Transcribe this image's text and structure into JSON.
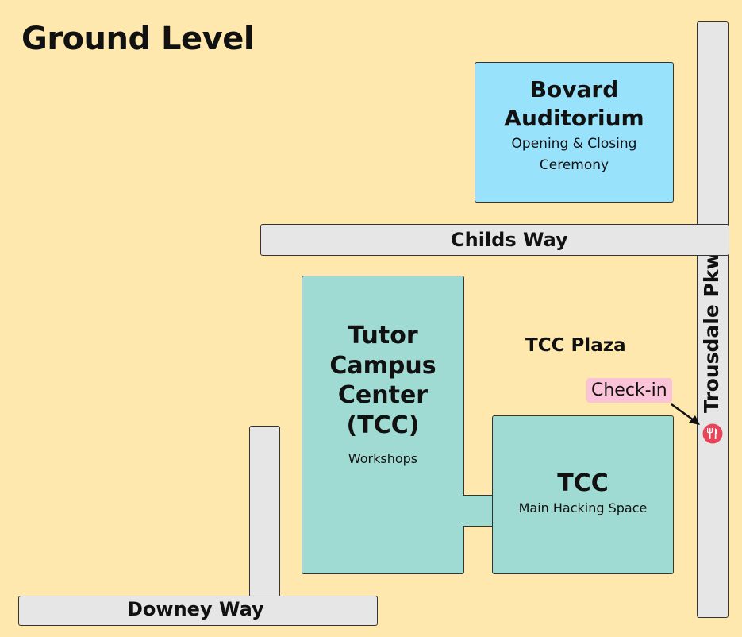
{
  "map": {
    "title": "Ground Level",
    "roads": {
      "childs_way": "Childs Way",
      "downey_way": "Downey Way",
      "trousdale_pkwy": "Trousdale Pkwy"
    },
    "buildings": {
      "bovard": {
        "name_line1": "Bovard",
        "name_line2": "Auditorium",
        "sub_line1": "Opening & Closing",
        "sub_line2": "Ceremony"
      },
      "tutor": {
        "name_line1": "Tutor",
        "name_line2": "Campus",
        "name_line3": "Center",
        "name_line4": "(TCC)",
        "sub": "Workshops"
      },
      "tcc_main": {
        "name": "TCC",
        "sub": "Main Hacking Space"
      }
    },
    "plaza_label": "TCC Plaza",
    "checkin_label": "Check-in",
    "checkin_icon": "food-utensils-icon",
    "colors": {
      "background": "#ffe8ad",
      "road": "#e6e6e6",
      "bovard": "#98e2fc",
      "tcc": "#9fdbd3",
      "checkin": "#fbc3d7",
      "icon": "#e8445a"
    }
  }
}
